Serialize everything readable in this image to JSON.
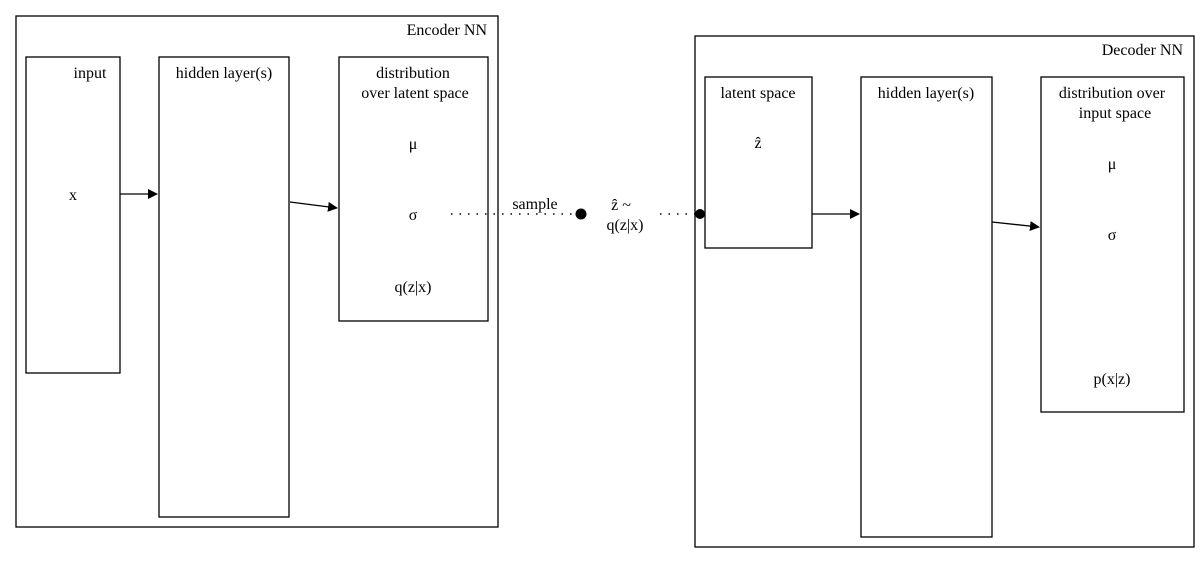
{
  "encoder": {
    "title": "Encoder NN",
    "input": {
      "label": "input",
      "var": "x"
    },
    "hidden": {
      "label": "hidden layer(s)"
    },
    "dist": {
      "label1": "distribution",
      "label2": "over latent space",
      "mu": "μ",
      "sigma": "σ",
      "q": "q(z|x)"
    }
  },
  "sampling": {
    "sample": "sample",
    "zhat": "ẑ ~",
    "q": "q(z|x)"
  },
  "decoder": {
    "title": "Decoder NN",
    "latent": {
      "label": "latent space",
      "var": "ẑ"
    },
    "hidden": {
      "label": "hidden layer(s)"
    },
    "dist": {
      "label1": "distribution over",
      "label2": "input space",
      "mu": "μ",
      "sigma": "σ",
      "p": "p(x|z)"
    }
  }
}
